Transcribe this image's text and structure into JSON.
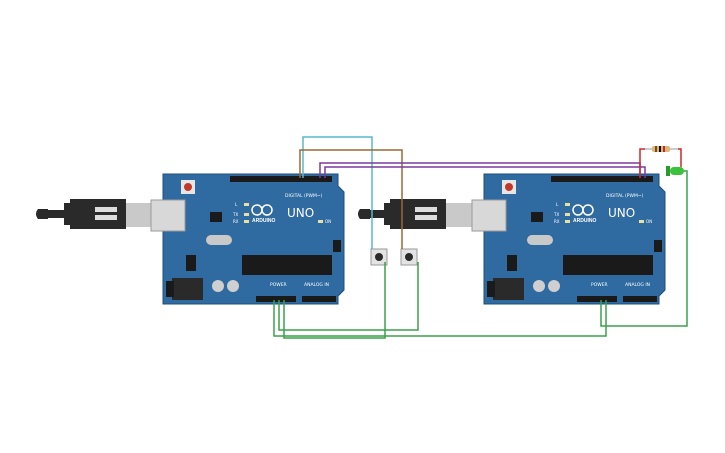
{
  "boards": [
    {
      "model": "UNO",
      "brand": "ARDUINO",
      "header_digital": "DIGITAL (PWM~)",
      "header_power": "POWER",
      "header_analog": "ANALOG IN",
      "led_l": "L",
      "led_tx": "TX",
      "led_rx": "RX",
      "on": "ON"
    },
    {
      "model": "UNO",
      "brand": "ARDUINO",
      "header_digital": "DIGITAL (PWM~)",
      "header_power": "POWER",
      "header_analog": "ANALOG IN",
      "led_l": "L",
      "led_tx": "TX",
      "led_rx": "RX",
      "on": "ON"
    }
  ],
  "colors": {
    "board": "#2f6aa1",
    "board_edge": "#1f4f7d",
    "wire_cyan": "#5bb8c9",
    "wire_brown": "#9a6a32",
    "wire_purple": "#7a3aa0",
    "wire_green": "#3aa04a",
    "wire_red": "#cc2a2a",
    "led": "#39c23a"
  }
}
